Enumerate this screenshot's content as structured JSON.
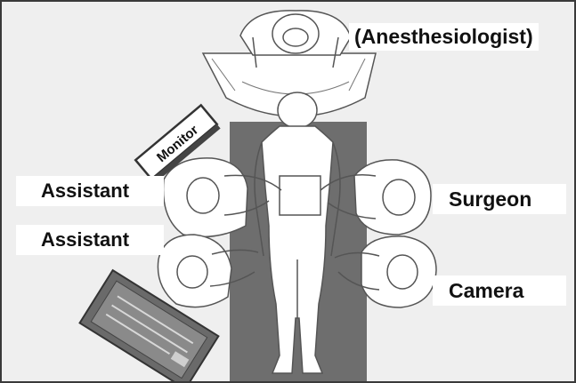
{
  "labels": {
    "anesthesiologist": "(Anesthesiologist)",
    "assistant_top": "Assistant",
    "assistant_bottom": "Assistant",
    "surgeon": "Surgeon",
    "camera": "Camera",
    "monitor": "Monitor"
  },
  "colors": {
    "frame": "#3a3a3a",
    "background": "#efefef",
    "table": "#6e6e6e",
    "line": "#555555",
    "fill_light": "#ffffff"
  }
}
